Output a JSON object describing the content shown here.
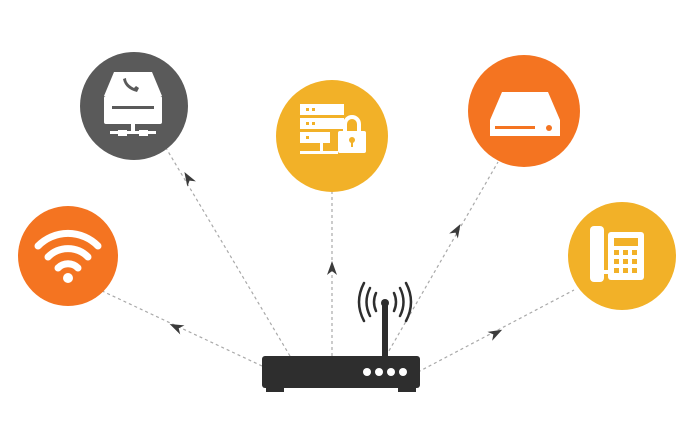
{
  "colors": {
    "gray": "#5a5a5a",
    "yellow": "#f2b128",
    "orange": "#f47421",
    "router_body": "#2e2e2e",
    "connector": "#a9a9a9",
    "arrowhead": "#3b3b3b",
    "icon": "#ffffff",
    "background": "#ffffff"
  },
  "diagram": {
    "hub": {
      "name": "router",
      "icon": "wireless-router-icon",
      "led_count": 4
    },
    "nodes": [
      {
        "id": "wifi",
        "icon": "wifi-icon",
        "color": "orange"
      },
      {
        "id": "voip-server",
        "icon": "voip-server-icon",
        "color": "gray"
      },
      {
        "id": "secure-server",
        "icon": "secure-server-icon",
        "color": "yellow"
      },
      {
        "id": "storage-drive",
        "icon": "storage-drive-icon",
        "color": "orange"
      },
      {
        "id": "desk-phone",
        "icon": "desk-phone-icon",
        "color": "yellow"
      }
    ],
    "connections": [
      {
        "from": "router",
        "to": "wifi",
        "arrow": "to-node"
      },
      {
        "from": "router",
        "to": "voip-server",
        "arrow": "to-node"
      },
      {
        "from": "router",
        "to": "secure-server",
        "arrow": "to-node"
      },
      {
        "from": "router",
        "to": "storage-drive",
        "arrow": "to-node"
      },
      {
        "from": "router",
        "to": "desk-phone",
        "arrow": "to-node"
      }
    ]
  }
}
